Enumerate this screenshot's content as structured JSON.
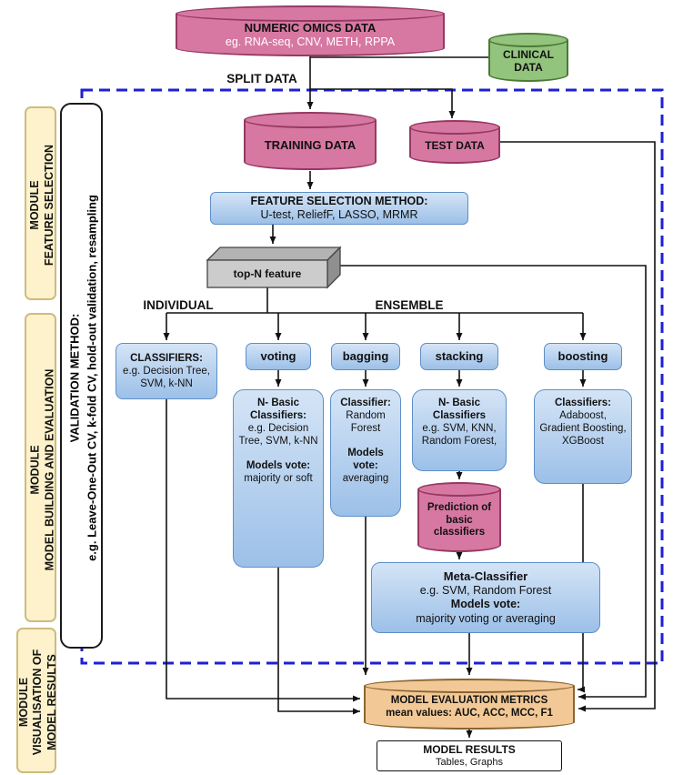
{
  "diagram": {
    "omics": {
      "title": "NUMERIC OMICS DATA",
      "subtitle": "eg. RNA-seq, CNV, METH, RPPA"
    },
    "clinical": {
      "title": "CLINICAL DATA"
    },
    "split_label": "SPLIT DATA",
    "training": {
      "title": "TRAINING DATA"
    },
    "test": {
      "title": "TEST DATA"
    },
    "feature_selection": {
      "title": "FEATURE SELECTION METHOD:",
      "subtitle": "U-test, ReliefF, LASSO, MRMR"
    },
    "top_n": {
      "label": "top-N feature"
    },
    "branch_labels": {
      "individual": "INDIVIDUAL",
      "ensemble": "ENSEMBLE"
    },
    "individual_classifiers": {
      "title": "CLASSIFIERS:",
      "body": "e.g. Decision Tree, SVM, k-NN"
    },
    "methods": {
      "voting": "voting",
      "bagging": "bagging",
      "stacking": "stacking",
      "boosting": "boosting"
    },
    "voting_detail": {
      "title": "N- Basic Classifiers:",
      "body": "e.g. Decision Tree, SVM, k-NN",
      "vote_label": "Models vote:",
      "vote_body": "majority or soft"
    },
    "bagging_detail": {
      "title": "Classifier:",
      "body": "Random Forest",
      "vote_label": "Models vote:",
      "vote_body": "averaging"
    },
    "stacking_detail": {
      "title": "N- Basic Classifiers",
      "body": "e.g. SVM, KNN, Random Forest,"
    },
    "prediction": {
      "title": "Prediction of basic classifiers"
    },
    "meta_classifier": {
      "title": "Meta-Classifier",
      "body": "e.g. SVM, Random Forest",
      "vote_label": "Models vote:",
      "vote_body": "majority voting or averaging"
    },
    "boosting_detail": {
      "title": "Classifiers:",
      "body": "Adaboost, Gradient Boosting, XGBoost"
    },
    "metrics": {
      "title": "MODEL EVALUATION METRICS",
      "subtitle": "mean values: AUC, ACC, MCC, F1"
    },
    "results": {
      "title": "MODEL RESULTS",
      "subtitle": "Tables, Graphs"
    }
  },
  "sidebar": {
    "modules": [
      {
        "line1": "MODULE",
        "line2": "FEATURE SELECTION"
      },
      {
        "line1": "MODULE",
        "line2": "MODEL BUILDING AND EVALUATION"
      },
      {
        "line1": "MODULE",
        "line2": "VISUALISATION OF",
        "line3": "MODEL RESULTS"
      }
    ],
    "validation": {
      "title": "VALIDATION METHOD:",
      "body": "e.g. Leave-One-Out CV, k-fold CV, hold-out validation, resampling"
    }
  },
  "colors": {
    "pink_fill": "#d678a2",
    "pink_border": "#963962",
    "green_fill": "#93c47d",
    "green_border": "#4c7a35",
    "blue_fill": "#a9c9ec",
    "blue_border": "#5d8fc7",
    "gray_fill": "#cccccc",
    "tan_fill": "#f2c996",
    "tan_border": "#8a6430",
    "module_fill": "#fdf2cb",
    "module_border": "#cdbc7e",
    "dashed_border": "#1f1fd4"
  }
}
